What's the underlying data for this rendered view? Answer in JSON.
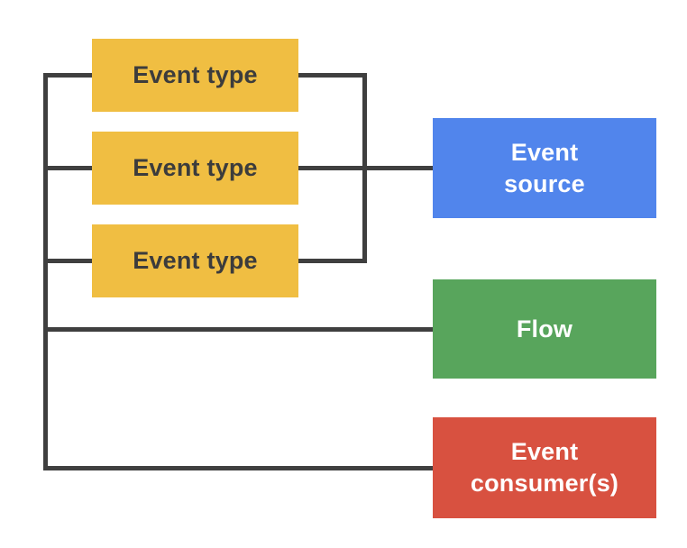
{
  "diagram": {
    "background": "#FFFFFF",
    "connector_color": "#3F3F3F",
    "nodes": [
      {
        "id": "event-type-1",
        "label": "Event type",
        "color": "#F0BE42",
        "text_color": "#3C3C3C"
      },
      {
        "id": "event-type-2",
        "label": "Event type",
        "color": "#F0BE42",
        "text_color": "#3C3C3C"
      },
      {
        "id": "event-type-3",
        "label": "Event type",
        "color": "#F0BE42",
        "text_color": "#3C3C3C"
      },
      {
        "id": "event-source",
        "label": "Event source",
        "lines": [
          "Event",
          "source"
        ],
        "color": "#5185EC",
        "text_color": "#FFFFFF"
      },
      {
        "id": "flow",
        "label": "Flow",
        "lines": [
          "Flow"
        ],
        "color": "#58A55C",
        "text_color": "#FFFFFF"
      },
      {
        "id": "event-consumers",
        "label": "Event consumer(s)",
        "lines": [
          "Event",
          "consumer(s)"
        ],
        "color": "#D85140",
        "text_color": "#FFFFFF"
      }
    ],
    "edges": [
      {
        "from": "event-type-1",
        "to": "event-source",
        "via": "right-bus"
      },
      {
        "from": "event-type-2",
        "to": "event-source",
        "via": "right-bus"
      },
      {
        "from": "event-type-3",
        "to": "event-source",
        "via": "right-bus"
      },
      {
        "from": "event-type-1",
        "to": "flow",
        "via": "left-bus"
      },
      {
        "from": "event-type-2",
        "to": "flow",
        "via": "left-bus"
      },
      {
        "from": "event-type-3",
        "to": "flow",
        "via": "left-bus"
      },
      {
        "from": "event-type-1",
        "to": "event-consumers",
        "via": "left-bus"
      },
      {
        "from": "event-type-2",
        "to": "event-consumers",
        "via": "left-bus"
      },
      {
        "from": "event-type-3",
        "to": "event-consumers",
        "via": "left-bus"
      }
    ]
  }
}
